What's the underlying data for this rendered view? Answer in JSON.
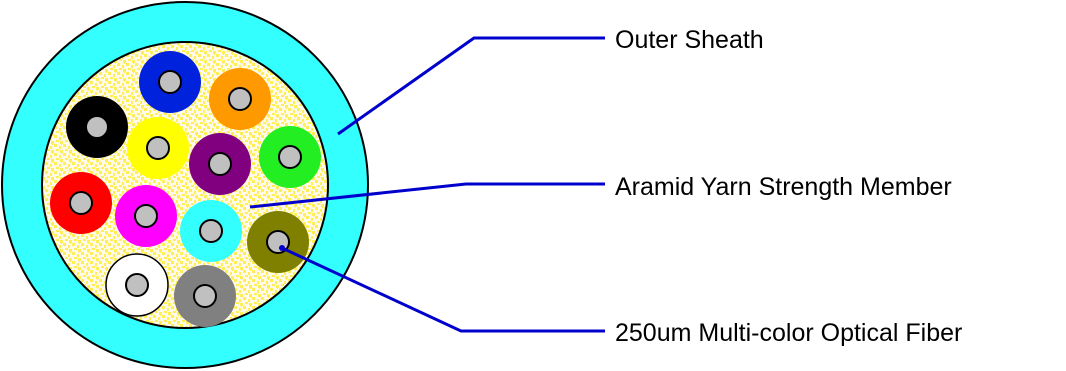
{
  "callouts": {
    "outer_sheath": "Outer Sheath",
    "aramid_yarn": "Aramid Yarn Strength Member",
    "optical_fiber": "250um Multi-color Optical Fiber"
  },
  "colors": {
    "outer_sheath": "#33ffff",
    "filler_background": "#fffbe8",
    "yarn_speckle": "#ffee55",
    "leader_line": "#0000cc",
    "fiber_core": "#c0c0c0"
  },
  "fibers": [
    {
      "name": "blue",
      "color": "#0022dd"
    },
    {
      "name": "orange",
      "color": "#ff9900"
    },
    {
      "name": "black",
      "color": "#000000"
    },
    {
      "name": "yellow",
      "color": "#ffff00"
    },
    {
      "name": "purple",
      "color": "#800080"
    },
    {
      "name": "green",
      "color": "#22ee22"
    },
    {
      "name": "red",
      "color": "#ff0000"
    },
    {
      "name": "magenta",
      "color": "#ff00ff"
    },
    {
      "name": "cyan",
      "color": "#33ffff"
    },
    {
      "name": "olive",
      "color": "#808000"
    },
    {
      "name": "white",
      "color": "#ffffff"
    },
    {
      "name": "gray",
      "color": "#808080"
    }
  ]
}
